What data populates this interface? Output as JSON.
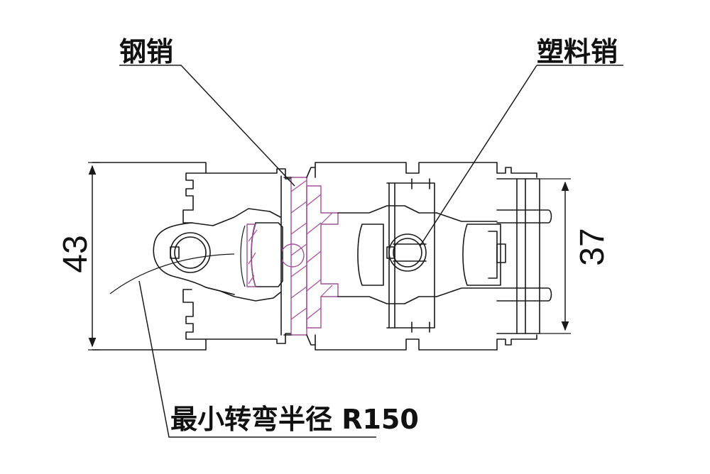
{
  "labels": {
    "steel_pin": "钢销",
    "plastic_pin": "塑料销",
    "min_turning_radius": "最小转弯半径 R150"
  },
  "dimensions": {
    "height_total": "43",
    "height_inner": "37"
  },
  "colors": {
    "line": "#1a1a1a",
    "hatch": "#a2509a",
    "background": "#ffffff"
  }
}
